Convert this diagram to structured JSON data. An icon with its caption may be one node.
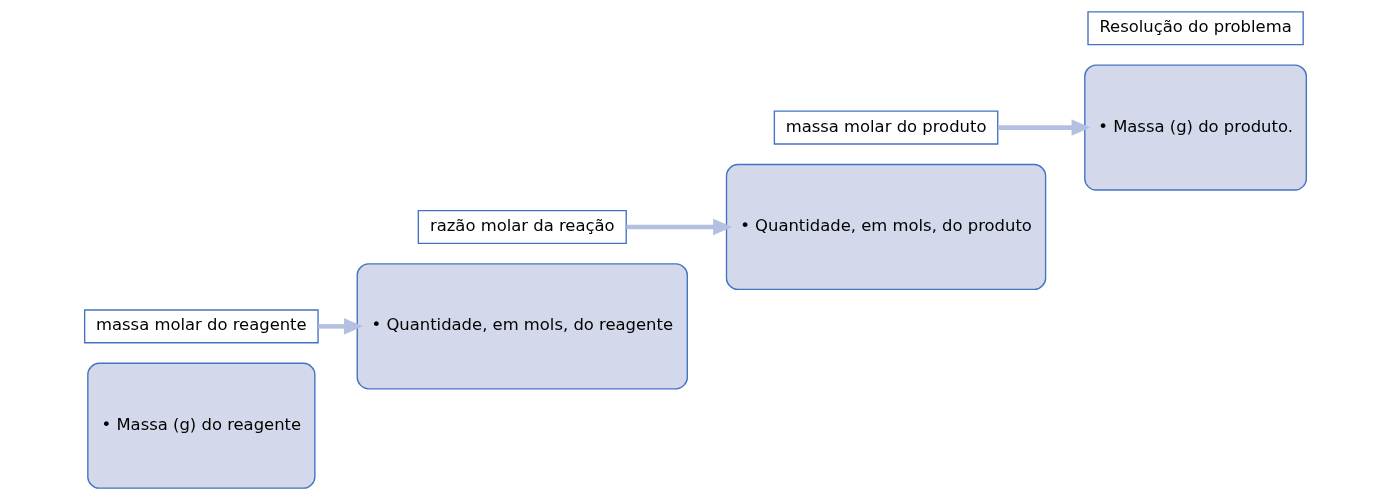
{
  "diagram": {
    "nodes": [
      {
        "text": [
          "• Massa (g) do reagente"
        ]
      },
      {
        "text": [
          "massa molar do reagente"
        ]
      },
      {
        "text": [
          "• Quantidade, em mols, do reagente"
        ]
      },
      {
        "text": [
          "razão molar da reação"
        ]
      },
      {
        "text": [
          "• Quantidade, em mols, do produto"
        ]
      },
      {
        "text": [
          "massa molar do produto"
        ]
      },
      {
        "text": [
          "• Massa (g) do produto."
        ]
      },
      {
        "text": [
          "Resolução do problema"
        ]
      }
    ],
    "edges": [
      {
        "from": 1,
        "to": 2,
        "arrow": "to"
      },
      {
        "from": 3,
        "to": 4,
        "arrow": "to"
      },
      {
        "from": 5,
        "to": 6,
        "arrow": "to"
      }
    ]
  }
}
